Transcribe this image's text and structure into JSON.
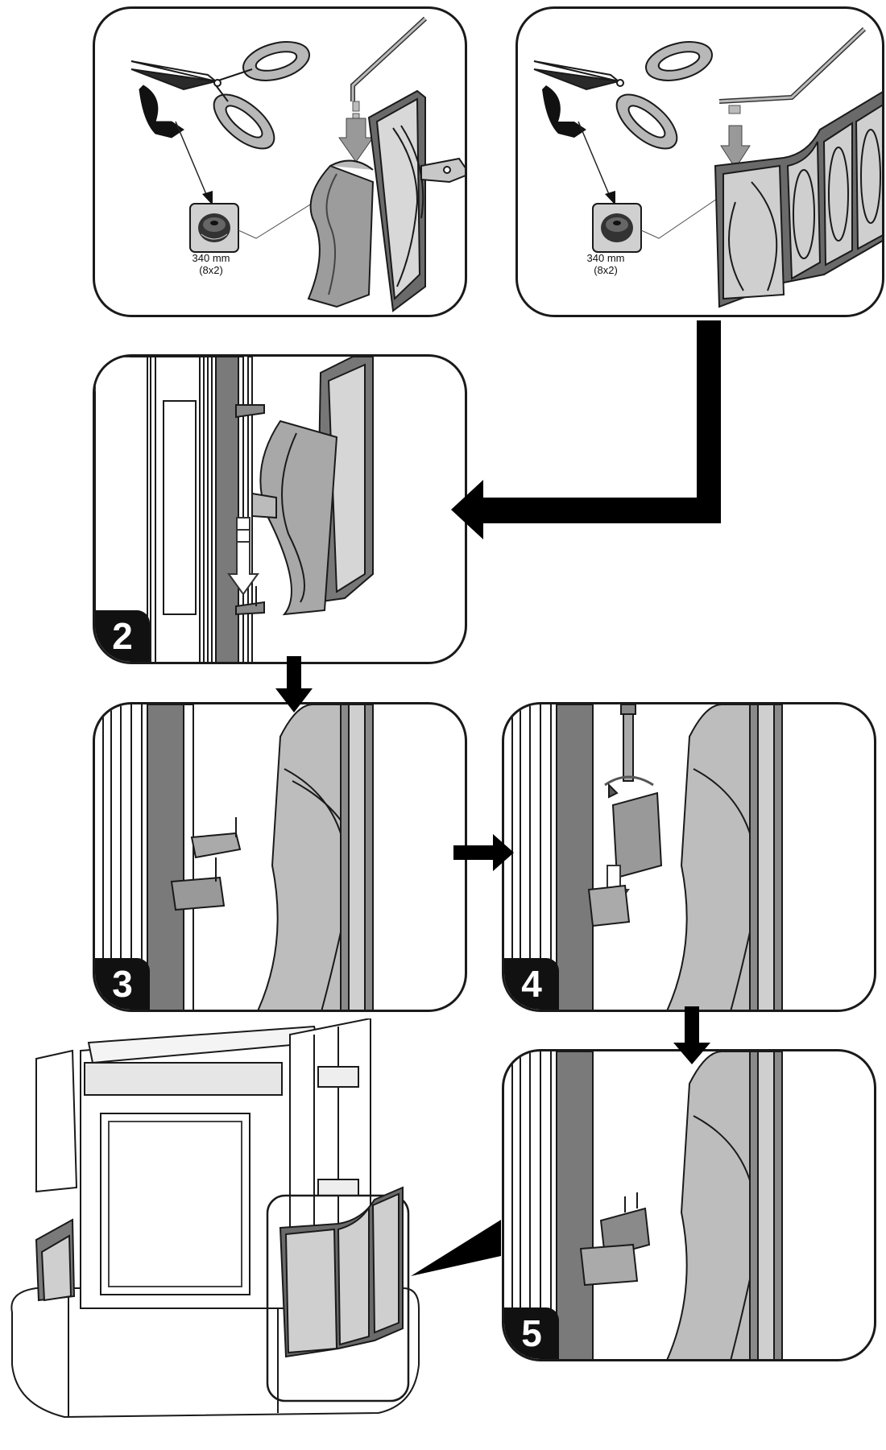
{
  "steps": {
    "step2": "2",
    "step3": "3",
    "step4": "4",
    "step5": "5"
  },
  "spool_a": {
    "length": "340 mm",
    "qty": "(8x2)"
  },
  "spool_b": {
    "length": "340 mm",
    "qty": "(8x2)"
  },
  "colors": {
    "outline": "#1a1a1a",
    "fill_mid": "#9a9a9a",
    "fill_light": "#cfcfcf",
    "fill_dark": "#4a4a4a",
    "arrow": "#000000"
  }
}
